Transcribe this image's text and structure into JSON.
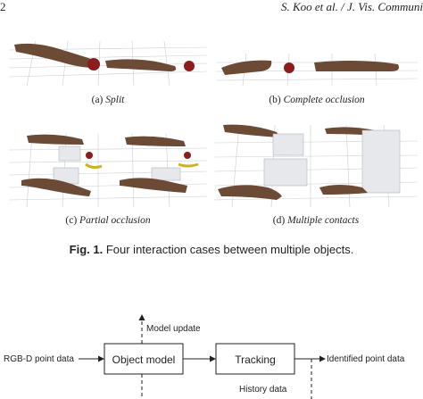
{
  "header": {
    "page_number": "2",
    "running_head": "S. Koo et al. / J. Vis. Communi"
  },
  "panels": [
    {
      "label": "(a)",
      "name": "Split"
    },
    {
      "label": "(b)",
      "name": "Complete occlusion"
    },
    {
      "label": "(c)",
      "name": "Partial occlusion"
    },
    {
      "label": "(d)",
      "name": "Multiple contacts"
    }
  ],
  "figure_caption": {
    "label": "Fig. 1.",
    "text": "Four interaction cases between multiple objects."
  },
  "diagram": {
    "input_label": "RGB-D point data",
    "box1": "Object model",
    "box2": "Tracking",
    "output_label": "Identified point data",
    "model_update_label": "Model update",
    "history_label": "History data"
  },
  "colors": {
    "hand": "#6b4a36",
    "apple": "#8c1d1d",
    "banana": "#c9b12a",
    "box": "#e6e8ec"
  }
}
